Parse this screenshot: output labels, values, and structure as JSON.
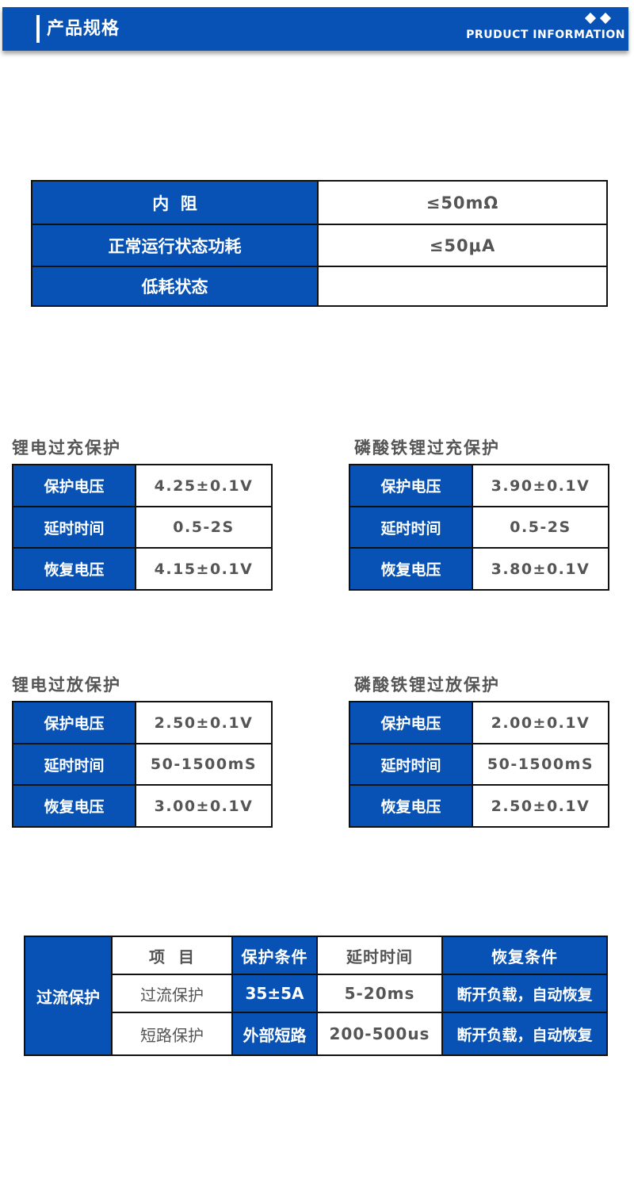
{
  "header": {
    "title": "产品规格",
    "subtitle_en": "PRUDUCT INFORMATION",
    "decoration": "diamond-icons",
    "accent_color": "#0752b4"
  },
  "basic_specs": {
    "rows": [
      {
        "label": "内  阻",
        "value": "≤50mΩ"
      },
      {
        "label": "正常运行状态功耗",
        "value": "≤50μA"
      },
      {
        "label": "低耗状态",
        "value": ""
      }
    ]
  },
  "li_overcharge": {
    "title": "锂电过充保护",
    "rows": [
      {
        "label": "保护电压",
        "value": "4.25±0.1V"
      },
      {
        "label": "延时时间",
        "value": "0.5-2S"
      },
      {
        "label": "恢复电压",
        "value": "4.15±0.1V"
      }
    ]
  },
  "lfp_overcharge": {
    "title": "磷酸铁锂过充保护",
    "rows": [
      {
        "label": "保护电压",
        "value": "3.90±0.1V"
      },
      {
        "label": "延时时间",
        "value": "0.5-2S"
      },
      {
        "label": "恢复电压",
        "value": "3.80±0.1V"
      }
    ]
  },
  "li_overdischarge": {
    "title": "锂电过放保护",
    "rows": [
      {
        "label": "保护电压",
        "value": "2.50±0.1V"
      },
      {
        "label": "延时时间",
        "value": "50-1500mS"
      },
      {
        "label": "恢复电压",
        "value": "3.00±0.1V"
      }
    ]
  },
  "lfp_overdischarge": {
    "title": "磷酸铁锂过放保护",
    "rows": [
      {
        "label": "保护电压",
        "value": "2.00±0.1V"
      },
      {
        "label": "延时时间",
        "value": "50-1500mS"
      },
      {
        "label": "恢复电压",
        "value": "2.50±0.1V"
      }
    ]
  },
  "overcurrent": {
    "group_label": "过流保护",
    "headers": [
      "项  目",
      "保护条件",
      "延时时间",
      "恢复条件"
    ],
    "rows": [
      {
        "item": "过流保护",
        "condition": "35±5A",
        "delay": "5-20ms",
        "recovery": "断开负载，自动恢复"
      },
      {
        "item": "短路保护",
        "condition": "外部短路",
        "delay": "200-500us",
        "recovery": "断开负载，自动恢复"
      }
    ]
  }
}
